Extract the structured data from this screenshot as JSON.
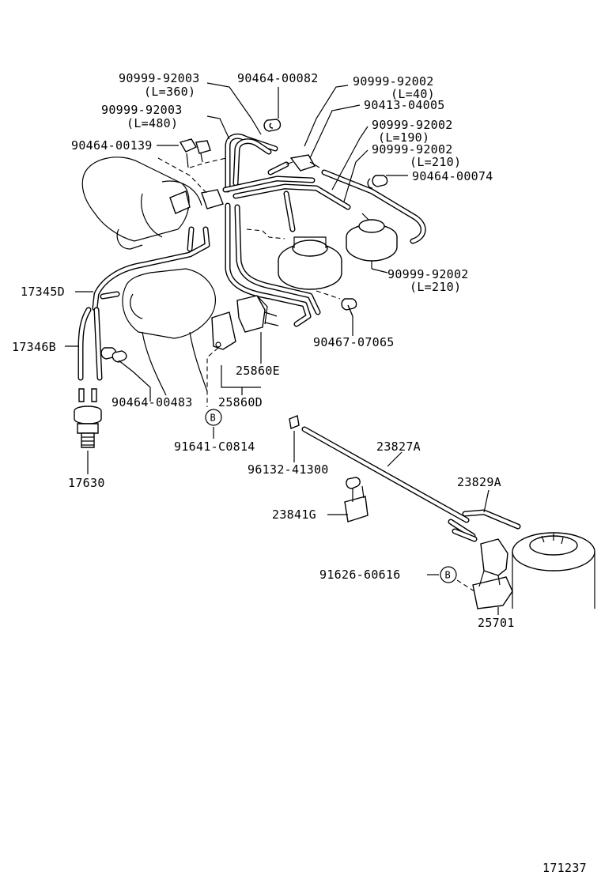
{
  "labels": {
    "p90999_92003_a": "90999-92003",
    "p90999_92003_a_len": "(L=360)",
    "p90464_00082": "90464-00082",
    "p90999_92002_a": "90999-92002",
    "p90999_92002_a_len": "(L=40)",
    "p90413_04005": "90413-04005",
    "p90999_92003_b": "90999-92003",
    "p90999_92003_b_len": "(L=480)",
    "p90999_92002_b": "90999-92002",
    "p90999_92002_b_len": "(L=190)",
    "p90464_00139": "90464-00139",
    "p90999_92002_c": "90999-92002",
    "p90999_92002_c_len": "(L=210)",
    "p90464_00074": "90464-00074",
    "p90999_92002_d": "90999-92002",
    "p90999_92002_d_len": "(L=210)",
    "p17345D": "17345D",
    "p17346B": "17346B",
    "p90467_07065": "90467-07065",
    "p25860E": "25860E",
    "p90464_00483": "90464-00483",
    "p25860D": "25860D",
    "p91641_C0814": "91641-C0814",
    "p17630": "17630",
    "p96132_41300": "96132-41300",
    "p23827A": "23827A",
    "p23829A": "23829A",
    "p23841G": "23841G",
    "p91626_60616": "91626-60616",
    "p25701": "25701",
    "ref_b": "B",
    "diagram_id": "171237"
  }
}
